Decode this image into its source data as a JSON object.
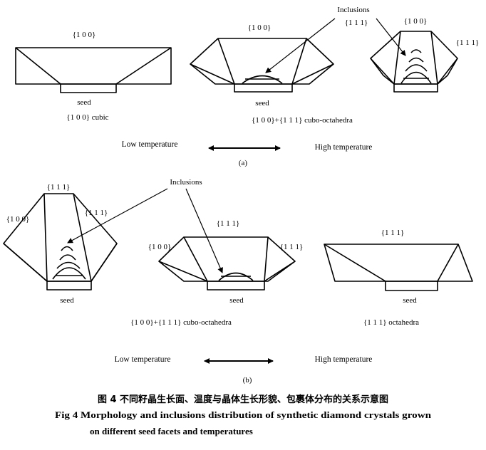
{
  "panel_a": {
    "left": {
      "face_label": "{1 0 0}",
      "seed_label": "seed",
      "crystal_label": "{1 0 0} cubic"
    },
    "middle": {
      "face_label": "{1 0 0}",
      "seed_label": "seed"
    },
    "right": {
      "face_label_top": "{1 0 0}",
      "face_label_side": "{1 1 1}"
    },
    "inclusions_label": "Inclusions",
    "inclusions_face_label": "{1 1 1}",
    "combo_label": "{1 0 0}+{1 1 1} cubo-octahedra",
    "low_temperature": "Low temperature",
    "high_temperature": "High temperature",
    "panel_label": "(a)"
  },
  "panel_b": {
    "left": {
      "face_label_top": "{1 1 1}",
      "face_label_left": "{1 0 0}",
      "face_label_right": "{1 1 1}",
      "seed_label": "seed"
    },
    "middle": {
      "face_label_top": "{1 1 1}",
      "face_label_left": "{1 0 0}",
      "face_label_right": "{1 1 1}",
      "seed_label": "seed"
    },
    "right": {
      "face_label": "{1 1 1}",
      "seed_label": "seed",
      "crystal_label": "{1 1 1} octahedra"
    },
    "inclusions_label": "Inclusions",
    "combo_label": "{1 0 0}+{1 1 1} cubo-octahedra",
    "low_temperature": "Low temperature",
    "high_temperature": "High temperature",
    "panel_label": "(b)"
  },
  "caption": {
    "chinese": "图 4 不同籽晶生长面、温度与晶体生长形貌、包裹体分布的关系示意图",
    "english_line1": "Fig 4 Morphology and inclusions distribution of synthetic diamond crystals grown",
    "english_line2": "on different seed facets and temperatures"
  }
}
